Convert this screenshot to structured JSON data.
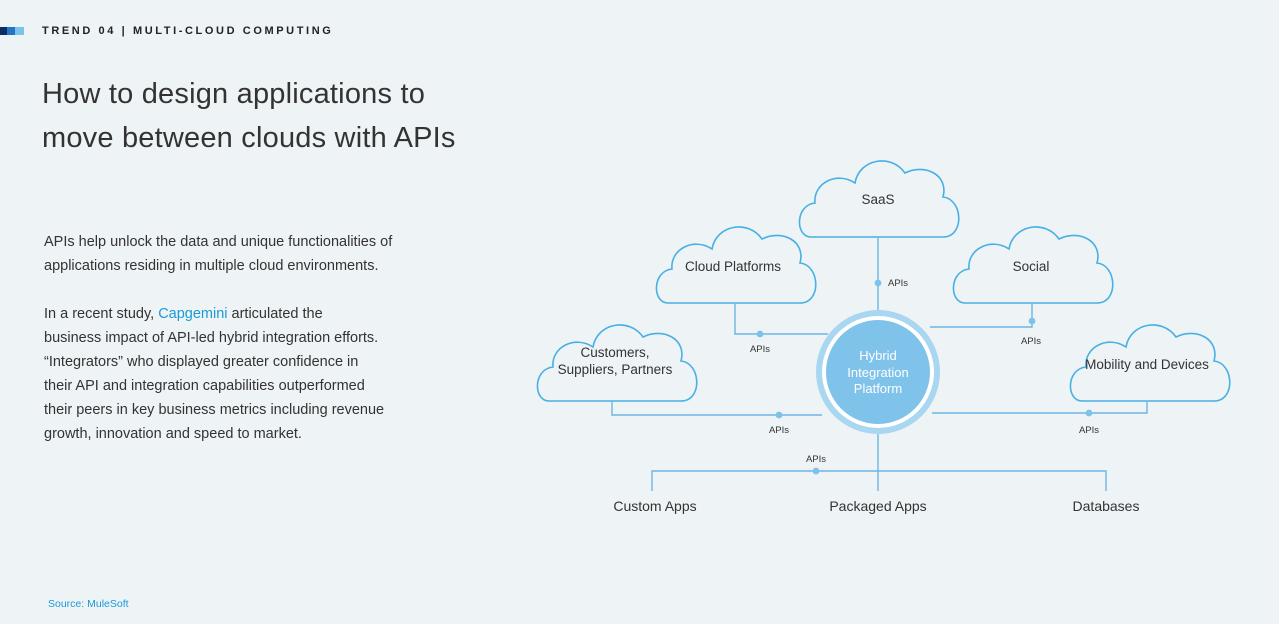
{
  "header": {
    "kicker": "TREND 04 | MULTI-CLOUD COMPUTING"
  },
  "title": {
    "lines": [
      "How to design applications to",
      "move between clouds with APIs"
    ]
  },
  "intro": {
    "lines": [
      "APIs help unlock the data and unique functionalities of",
      "applications residing in multiple cloud environments."
    ]
  },
  "study": {
    "lead": "In a recent study, ",
    "highlight": "Capgemini",
    "tail": " articulated the",
    "lines": [
      "business impact of API-led hybrid integration efforts.",
      "“Integrators” who displayed greater confidence in",
      "their API and integration capabilities outperformed",
      "their peers in key business metrics including revenue",
      "growth, innovation and speed to market."
    ]
  },
  "source": "Source: MuleSoft",
  "diagram": {
    "hub": {
      "lines": [
        "Hybrid",
        "Integration",
        "Platform"
      ]
    },
    "clouds": {
      "saas": "SaaS",
      "cloud_platforms": "Cloud Platforms",
      "social": "Social",
      "customers": [
        "Customers,",
        "Suppliers, Partners"
      ],
      "mobility": "Mobility and Devices"
    },
    "api_label": "APIs",
    "endpoints": {
      "custom": "Custom Apps",
      "packaged": "Packaged Apps",
      "databases": "Databases"
    },
    "colors": {
      "cloud_stroke": "#47b0e4",
      "connector": "#6db4e3",
      "hub_fill": "#7fc2ea",
      "hub_ring": "#a9d6f1",
      "brand_blue": "#1a9ad6"
    }
  }
}
